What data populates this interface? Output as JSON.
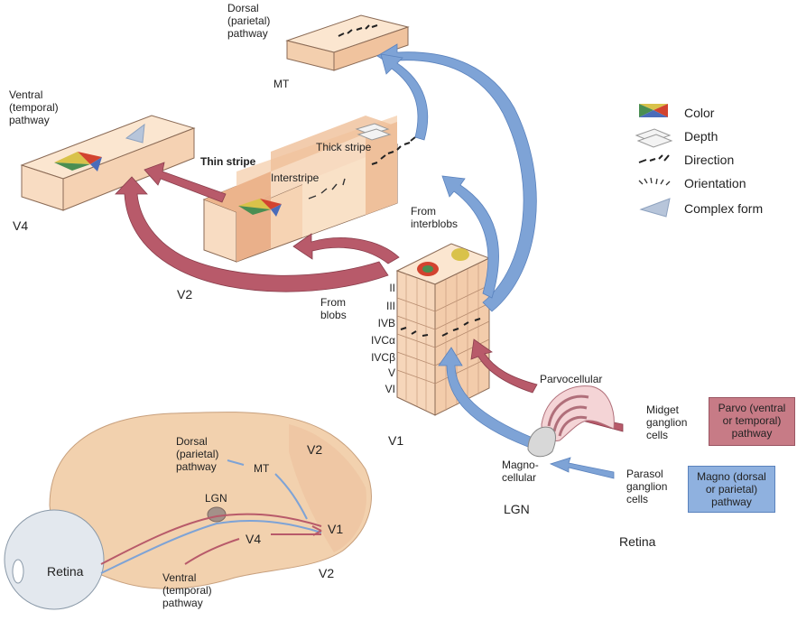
{
  "pathways": {
    "dorsal": "Dorsal\n(parietal)\npathway",
    "ventral": "Ventral\n(temporal)\npathway"
  },
  "areas": {
    "mt": "MT",
    "v4": "V4",
    "v2": "V2",
    "v1": "V1",
    "lgn": "LGN",
    "retina": "Retina"
  },
  "stripes": {
    "thin": "Thin stripe",
    "thick": "Thick stripe",
    "inter": "Interstripe"
  },
  "sources": {
    "interblobs": "From\ninterblobs",
    "blobs": "From\nblobs"
  },
  "layers": [
    "II",
    "III",
    "IVB",
    "IVCα",
    "IVCβ",
    "V",
    "VI"
  ],
  "lgn": {
    "parvo": "Parvocellular",
    "magno": "Magno-\ncellular"
  },
  "ganglion": {
    "midget": "Midget\nganglion\ncells",
    "parasol": "Parasol\nganglion\ncells"
  },
  "boxes": {
    "parvo": {
      "text": "Parvo (ventral\nor temporal)\npathway",
      "color": "#c77b86"
    },
    "magno": {
      "text": "Magno (dorsal\nor parietal)\npathway",
      "color": "#8fb1df"
    }
  },
  "legend": [
    {
      "icon": "color-icon",
      "label": "Color"
    },
    {
      "icon": "depth-icon",
      "label": "Depth"
    },
    {
      "icon": "direction-icon",
      "label": "Direction"
    },
    {
      "icon": "orientation-icon",
      "label": "Orientation"
    },
    {
      "icon": "complex-form-icon",
      "label": "Complex form"
    }
  ],
  "brain": {
    "dorsal": "Dorsal\n(parietal)\npathway",
    "ventral": "Ventral\n(temporal)\npathway",
    "mt": "MT",
    "v2_top": "V2",
    "v2_bottom": "V2",
    "lgn": "LGN",
    "v1": "V1",
    "v4": "V4",
    "retina": "Retina"
  },
  "colors": {
    "red_pathway": "#b85a6a",
    "blue_pathway": "#7ea3d6",
    "tissue": "#f6d9bd",
    "tissue_dark": "#eab08a"
  }
}
